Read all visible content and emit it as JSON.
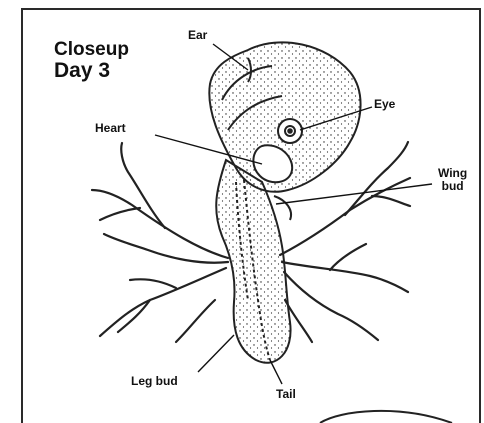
{
  "title": {
    "line1": "Closeup",
    "line2": "Day 3"
  },
  "labels": {
    "ear": "Ear",
    "eye": "Eye",
    "heart": "Heart",
    "wing_bud_1": "Wing",
    "wing_bud_2": "bud",
    "leg_bud": "Leg bud",
    "tail": "Tail"
  },
  "colors": {
    "ink": "#111111",
    "paper": "#ffffff"
  }
}
